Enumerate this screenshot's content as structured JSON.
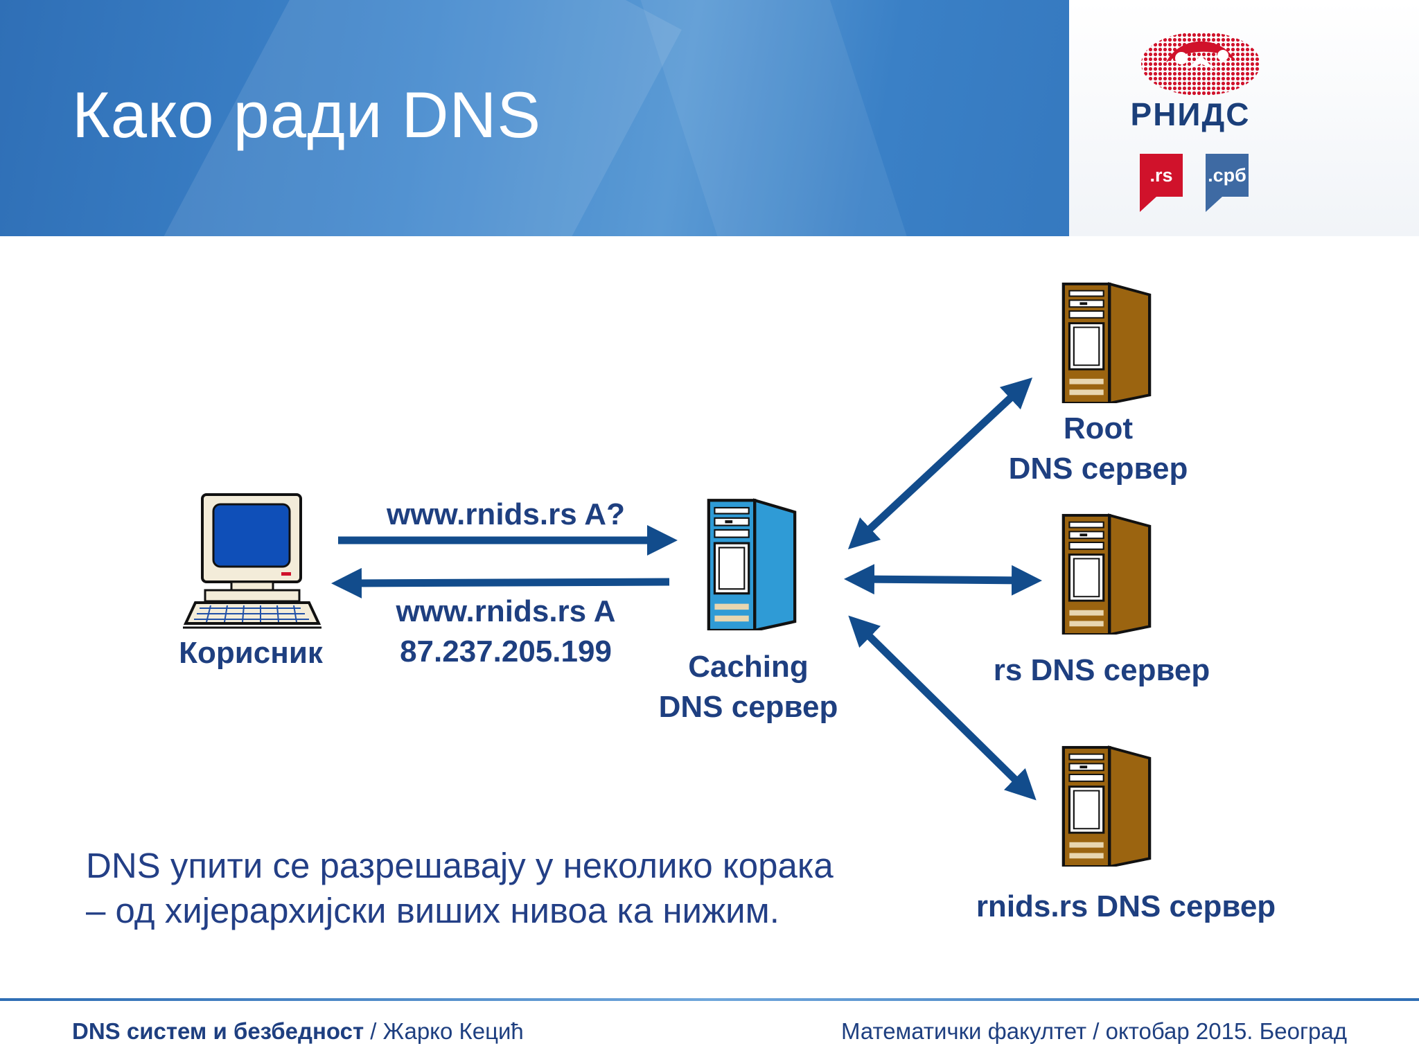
{
  "slide": {
    "title": "Како ради DNS"
  },
  "logo": {
    "name": "РНИДС",
    "tld_rs": ".rs",
    "tld_srb": ".срб",
    "colors": {
      "red": "#d0122b",
      "navy": "#1b3f7a",
      "blue_badge": "#3e6aa3"
    }
  },
  "diagram": {
    "nodes": {
      "client": {
        "label": "Корисник",
        "icon": "desktop-computer-icon"
      },
      "caching": {
        "label_line1": "Caching",
        "label_line2": "DNS сервер",
        "icon": "server-tower-icon",
        "color": "#2f9bd6"
      },
      "root": {
        "label_line1": "Root",
        "label_line2": "DNS сервер",
        "icon": "server-tower-icon",
        "color": "#9b6410"
      },
      "rs": {
        "label": "rs DNS сервер",
        "icon": "server-tower-icon",
        "color": "#9b6410"
      },
      "rnids": {
        "label": "rnids.rs DNS сервер",
        "icon": "server-tower-icon",
        "color": "#9b6410"
      }
    },
    "query": "www.rnids.rs A?",
    "answer_line1": "www.rnids.rs A",
    "answer_line2": "87.237.205.199",
    "arrow_color": "#124c8c"
  },
  "note": {
    "line1": "DNS упити се разрешавају у неколико корака",
    "line2": "– од хијерархијски виших нивоа ка нижим."
  },
  "footer": {
    "topic": "DNS систем и безбедност",
    "author": " / Жарко Кецић",
    "right": "Математички факултет / октобар 2015. Београд"
  }
}
